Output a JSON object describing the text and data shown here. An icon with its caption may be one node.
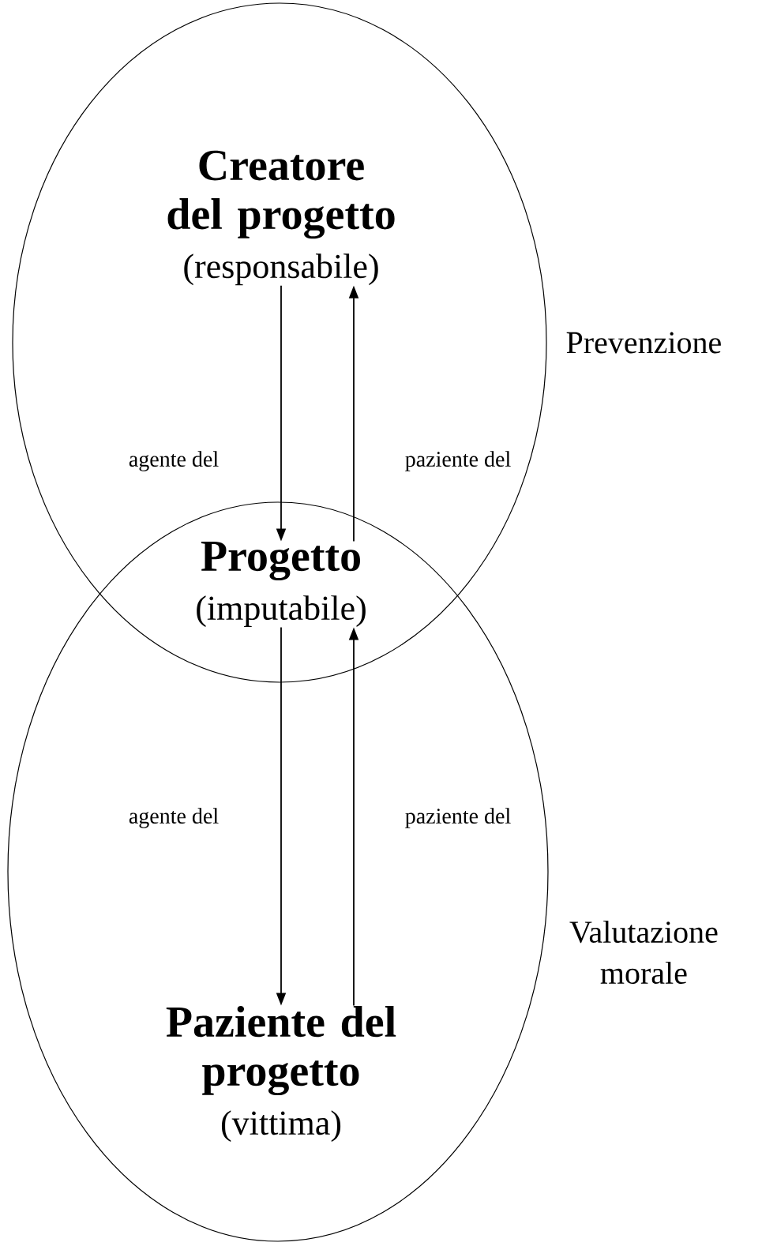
{
  "diagram": {
    "nodes": [
      {
        "text": [],
        "shape": "ellipse",
        "beside": [
          "Prevenzione"
        ]
      },
      {
        "text": [],
        "shape": "ellipse",
        "beside": [
          "Valutazione morale"
        ]
      },
      {
        "text": [
          "Creatore del progetto",
          "(responsabile)"
        ],
        "in": 0
      },
      {
        "text": [
          "Progetto",
          "(imputabile)"
        ]
      },
      {
        "text": [
          "Paziente del progetto",
          "(vittima)"
        ],
        "in": 1
      }
    ],
    "edges": [
      {
        "from": 2,
        "to": 3,
        "arrow": "to",
        "label": "agente del"
      },
      {
        "from": 3,
        "to": 2,
        "arrow": "to",
        "label": "paziente del"
      },
      {
        "from": 3,
        "to": 4,
        "arrow": "to",
        "label": "agente del"
      },
      {
        "from": 4,
        "to": 3,
        "arrow": "to",
        "label": "paziente del"
      }
    ]
  }
}
